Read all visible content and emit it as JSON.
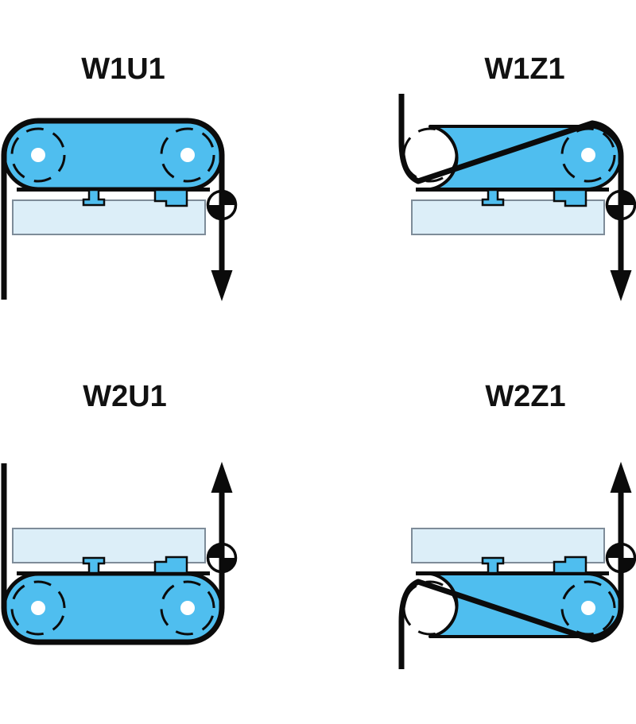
{
  "figure": {
    "type": "rope-reeving-diagrams",
    "background": "#ffffff"
  },
  "diagrams": [
    {
      "id": "w1u1",
      "label": "W1U1",
      "reeving": "U",
      "load_position": "below",
      "force_arrow": "down"
    },
    {
      "id": "w1z1",
      "label": "W1Z1",
      "reeving": "Z",
      "load_position": "below",
      "force_arrow": "down"
    },
    {
      "id": "w2u1",
      "label": "W2U1",
      "reeving": "U",
      "load_position": "above",
      "force_arrow": "up"
    },
    {
      "id": "w2z1",
      "label": "W2Z1",
      "reeving": "Z",
      "load_position": "above",
      "force_arrow": "up"
    }
  ],
  "colors": {
    "body_blue": "#4FBEEF",
    "load_fill": "#DCEEF8",
    "load_stroke": "#7E8C99",
    "line_black": "#0b0b0b",
    "hub_white": "#ffffff",
    "title_text": "#111111"
  }
}
